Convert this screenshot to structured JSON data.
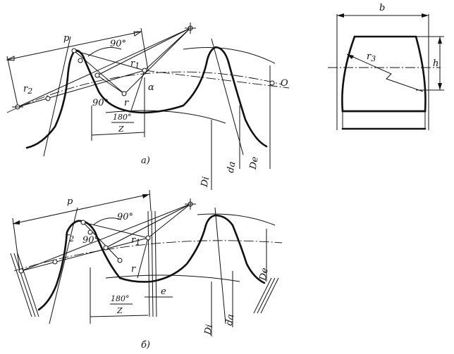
{
  "labels": {
    "p": "p",
    "r1": "r",
    "r1_sub": "1",
    "r2": "r",
    "r2_sub": "2",
    "r3": "r",
    "r3_sub": "3",
    "r": "r",
    "alpha": "α",
    "angle90": "90°",
    "frac_num": "180°",
    "frac_den": "Z",
    "di": "Di",
    "da": "dа",
    "de": "De",
    "o": "O",
    "b": "b",
    "h": "h",
    "e": "e",
    "caption_a": "а)",
    "caption_b": "б)"
  }
}
